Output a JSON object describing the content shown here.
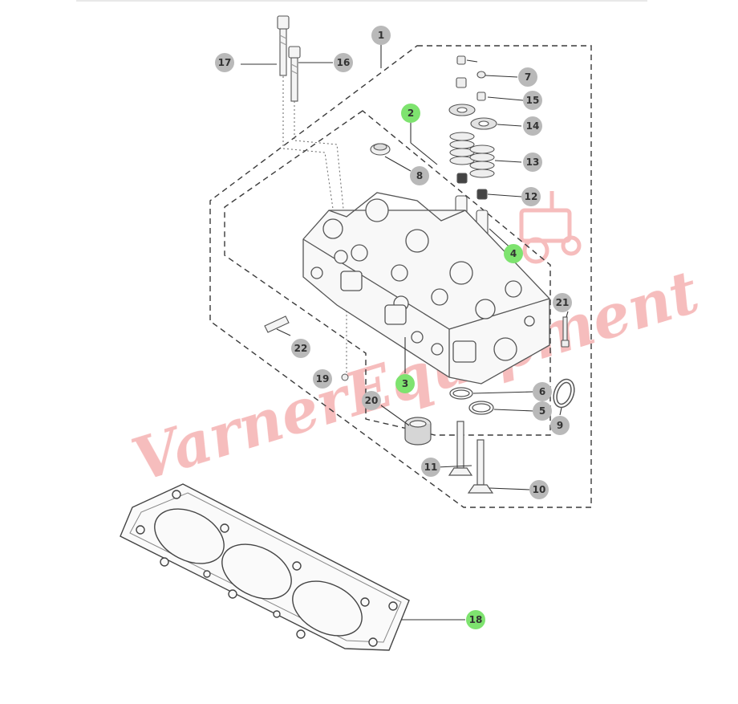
{
  "diagram": {
    "colors": {
      "callout_default": "#b9b9b9",
      "callout_highlight": "#7ee36f",
      "line": "#3a3a3a",
      "watermark": "#f3a7a7"
    },
    "watermark": "VarnerEquipment",
    "callouts": [
      {
        "id": "c1",
        "label": "1",
        "highlight": false
      },
      {
        "id": "c2",
        "label": "2",
        "highlight": true
      },
      {
        "id": "c3",
        "label": "3",
        "highlight": true
      },
      {
        "id": "c4",
        "label": "4",
        "highlight": true
      },
      {
        "id": "c5",
        "label": "5",
        "highlight": false
      },
      {
        "id": "c6",
        "label": "6",
        "highlight": false
      },
      {
        "id": "c7",
        "label": "7",
        "highlight": false
      },
      {
        "id": "c8",
        "label": "8",
        "highlight": false
      },
      {
        "id": "c9",
        "label": "9",
        "highlight": false
      },
      {
        "id": "c10",
        "label": "10",
        "highlight": false
      },
      {
        "id": "c11",
        "label": "11",
        "highlight": false
      },
      {
        "id": "c12",
        "label": "12",
        "highlight": false
      },
      {
        "id": "c13",
        "label": "13",
        "highlight": false
      },
      {
        "id": "c14",
        "label": "14",
        "highlight": false
      },
      {
        "id": "c15",
        "label": "15",
        "highlight": false
      },
      {
        "id": "c16",
        "label": "16",
        "highlight": false
      },
      {
        "id": "c17",
        "label": "17",
        "highlight": false
      },
      {
        "id": "c18",
        "label": "18",
        "highlight": true
      },
      {
        "id": "c19",
        "label": "19",
        "highlight": false
      },
      {
        "id": "c20",
        "label": "20",
        "highlight": false
      },
      {
        "id": "c21",
        "label": "21",
        "highlight": false
      },
      {
        "id": "c22",
        "label": "22",
        "highlight": false
      }
    ]
  }
}
